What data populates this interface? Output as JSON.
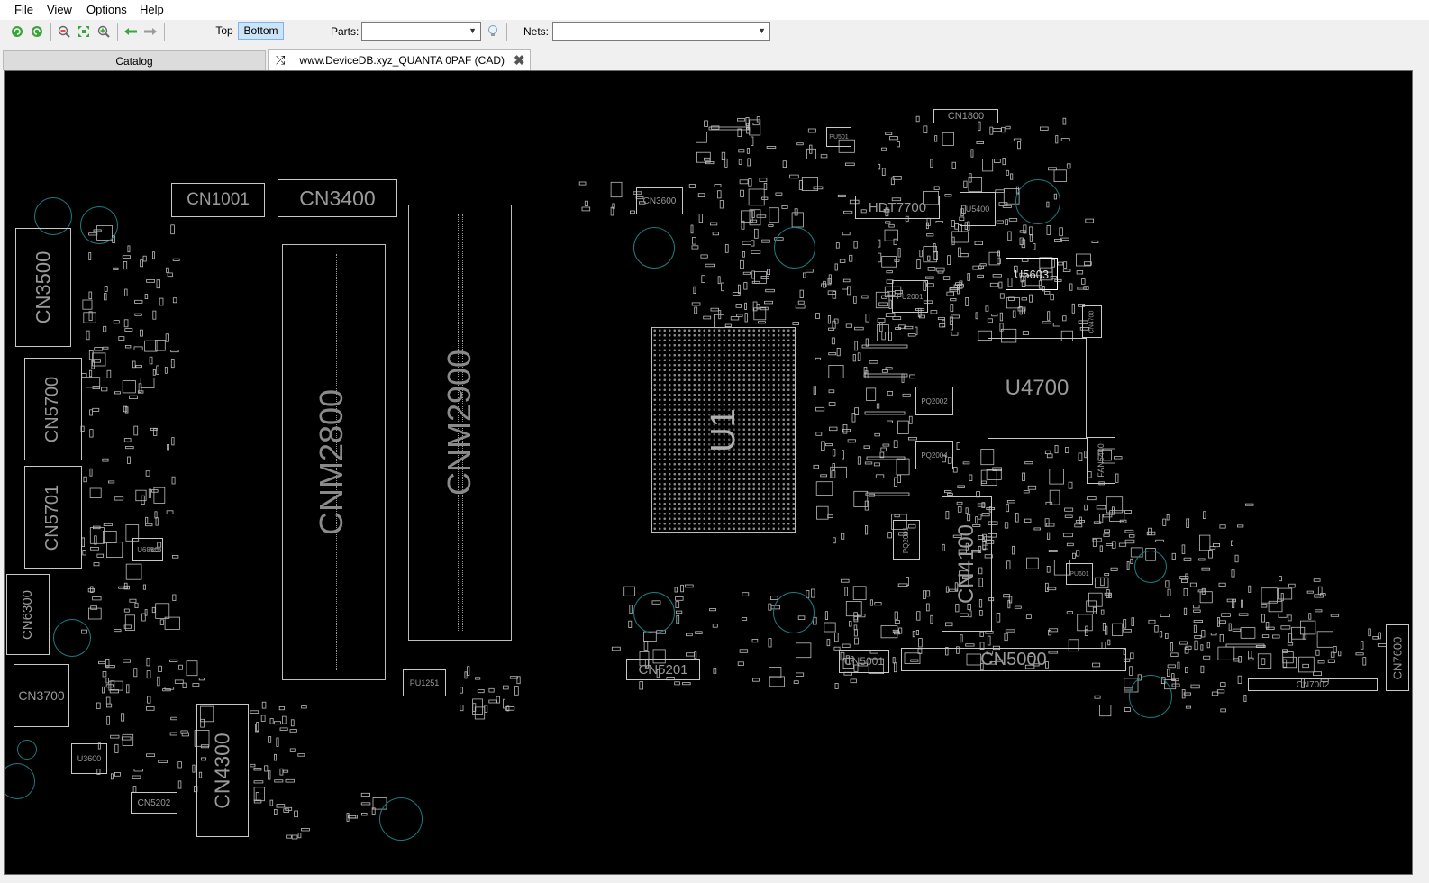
{
  "menu": {
    "file": "File",
    "view": "View",
    "options": "Options",
    "help": "Help"
  },
  "toolbar": {
    "layer_top": "Top",
    "layer_bottom": "Bottom",
    "active_layer": "Bottom",
    "parts_label": "Parts:",
    "parts_value": "",
    "nets_label": "Nets:",
    "nets_value": "",
    "icons": [
      "rotate-left-icon",
      "rotate-right-icon",
      "zoom-out-icon",
      "zoom-fit-icon",
      "zoom-in-icon",
      "back-arrow-icon",
      "forward-arrow-icon",
      "search-bulb-icon"
    ]
  },
  "tabs": {
    "catalog": "Catalog",
    "document": "www.DeviceDB.xyz_QUANTA 0PAF (CAD)"
  },
  "board": {
    "background": "#000000",
    "outline_color": "#c8c8c8",
    "hole_color": "#1b7c80",
    "components": {
      "cn1001": "CN1001",
      "cn3400": "CN3400",
      "cn3500": "CN3500",
      "cn5700": "CN5700",
      "cn5701": "CN5701",
      "cn6300": "CN6300",
      "cn3700": "CN3700",
      "u3600": "U3600",
      "cn5202": "CN5202",
      "cn4300": "CN4300",
      "cnm2800": "CNM2800",
      "cnm2900": "CNM2900",
      "u6850": "U6850",
      "pu1251": "PU1251",
      "cn3600": "CN3600",
      "hdt7700": "HDT7700",
      "u5400": "U5400",
      "u5603": "U5603",
      "cn1800": "CN1800",
      "pu2001": "PU2001",
      "pu501": "PU501",
      "cn4700": "CN4700",
      "u4700": "U4700",
      "pq2002": "PQ2002",
      "pq2004": "PQ2004",
      "fan5400": "FAN5400",
      "u1": "U1",
      "cn4100": "CN4100",
      "pq2001": "PQ2001",
      "pu601": "PU601",
      "cn5201": "CN5201",
      "cn5001": "CN5001",
      "cn5000": "CN5000",
      "cn7002": "CN7002",
      "cn7600": "CN7600"
    }
  }
}
